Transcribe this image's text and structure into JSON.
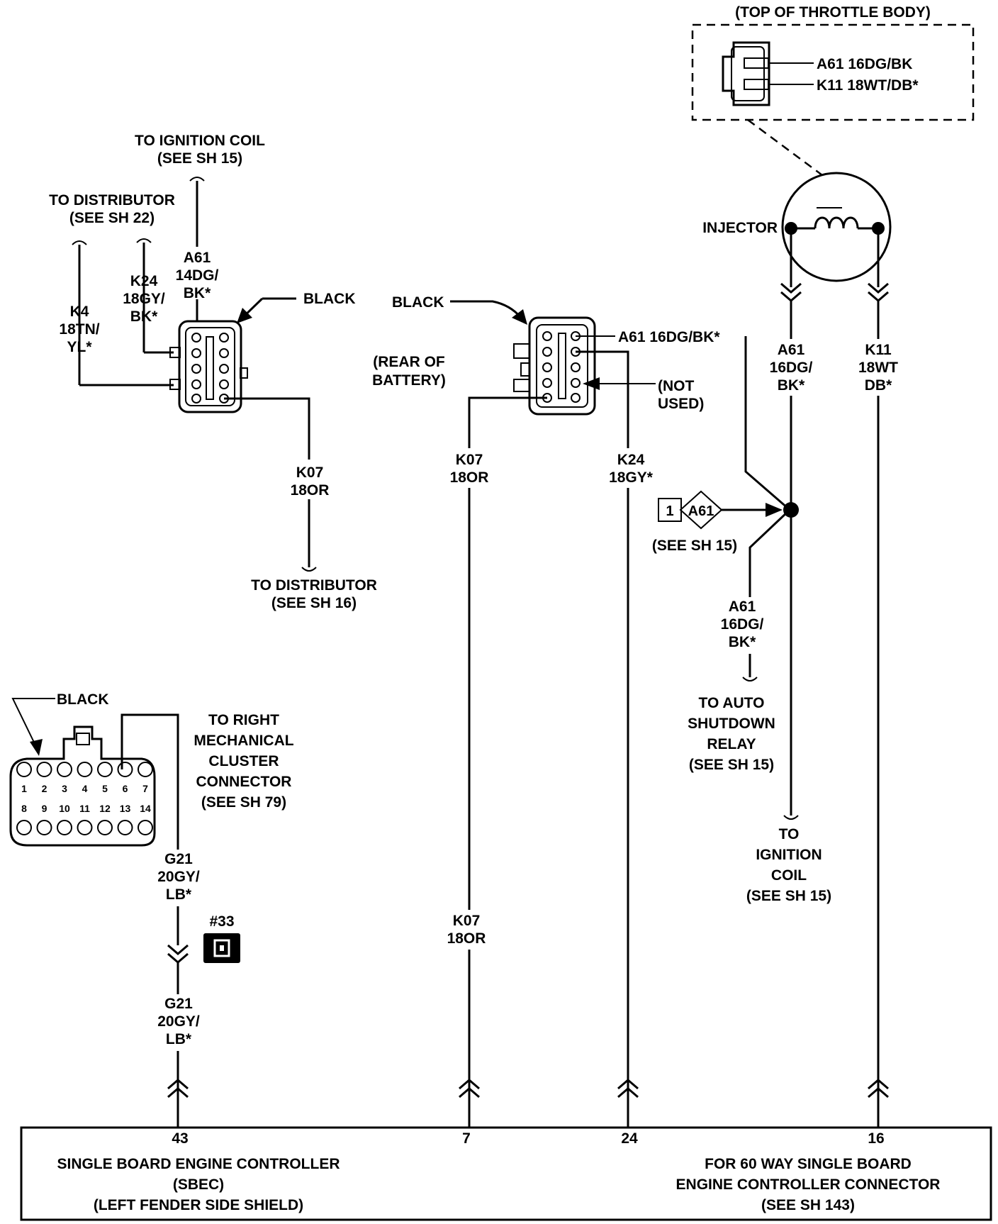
{
  "throttle_body": {
    "title": "(TOP OF THROTTLE BODY)",
    "pin_a": "A61 16DG/BK",
    "pin_b": "K11 18WT/DB*"
  },
  "injector": {
    "label": "INJECTOR"
  },
  "ignition_coil_top": {
    "line1": "TO IGNITION COIL",
    "line2": "(SEE SH 15)"
  },
  "distributor_top": {
    "line1": "TO DISTRIBUTOR",
    "line2": "(SEE SH 22)"
  },
  "left_wires": {
    "k4": [
      "K4",
      "18TN/",
      "YL*"
    ],
    "k24": [
      "K24",
      "18GY/",
      "BK*"
    ],
    "a61": [
      "A61",
      "14DG/",
      "BK*"
    ],
    "k07": [
      "K07",
      "18OR"
    ]
  },
  "left_connector": {
    "color": "BLACK"
  },
  "distributor_bottom": {
    "line1": "TO DISTRIBUTOR",
    "line2": "(SEE SH 16)"
  },
  "battery_connector": {
    "color": "BLACK",
    "location": [
      "(REAR OF",
      "BATTERY)"
    ],
    "pin_label": "A61 16DG/BK*",
    "not_used": [
      "(NOT",
      "USED)"
    ]
  },
  "mid_wires": {
    "k07": [
      "K07",
      "18OR"
    ],
    "k24": [
      "K24",
      "18GY*"
    ],
    "k07_low": [
      "K07",
      "18OR"
    ]
  },
  "injector_wires": {
    "a61": [
      "A61",
      "16DG/",
      "BK*"
    ],
    "k11": [
      "K11",
      "18WT",
      "DB*"
    ]
  },
  "splice": {
    "box_number": "1",
    "box_label": "A61",
    "see": "(SEE SH 15)",
    "wire": [
      "A61",
      "16DG/",
      "BK*"
    ]
  },
  "auto_shutdown": [
    "TO AUTO",
    "SHUTDOWN",
    "RELAY",
    "(SEE SH 15)"
  ],
  "ignition_coil_bottom": [
    "TO",
    "IGNITION",
    "COIL",
    "(SEE SH 15)"
  ],
  "cluster_connector": {
    "color": "BLACK",
    "pins_top": [
      "1",
      "2",
      "3",
      "4",
      "5",
      "6",
      "7"
    ],
    "pins_bottom": [
      "8",
      "9",
      "10",
      "11",
      "12",
      "13",
      "14"
    ],
    "label": [
      "TO RIGHT",
      "MECHANICAL",
      "CLUSTER",
      "CONNECTOR",
      "(SEE SH 79)"
    ]
  },
  "g21_wire": {
    "upper": [
      "G21",
      "20GY/",
      "LB*"
    ],
    "lower": [
      "G21",
      "20GY/",
      "LB*"
    ],
    "ground_id": "#33"
  },
  "sbec": {
    "pins": [
      "43",
      "7",
      "24",
      "16"
    ],
    "left": [
      "SINGLE BOARD ENGINE CONTROLLER",
      "(SBEC)",
      "(LEFT FENDER SIDE SHIELD)"
    ],
    "right": [
      "FOR 60 WAY SINGLE BOARD",
      "ENGINE CONTROLLER CONNECTOR",
      "(SEE SH 143)"
    ]
  }
}
